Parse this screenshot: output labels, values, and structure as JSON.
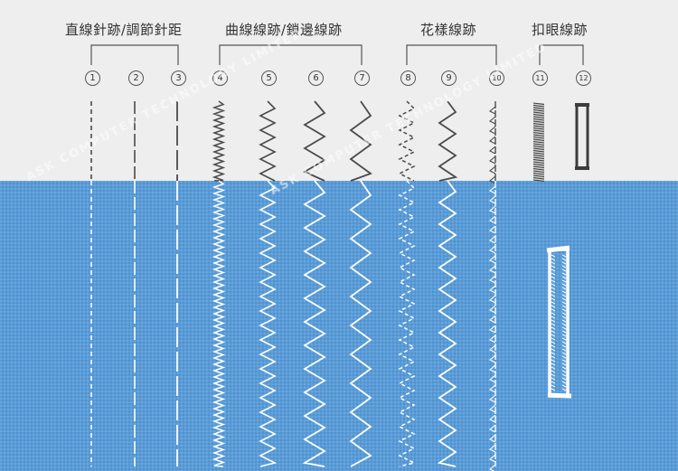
{
  "categories": [
    {
      "label": "直線針跡/調節針距"
    },
    {
      "label": "曲線線跡/鎖邊線跡"
    },
    {
      "label": "花樣線跡"
    },
    {
      "label": "扣眼線跡"
    }
  ],
  "stitches": [
    {
      "number": "1"
    },
    {
      "number": "2"
    },
    {
      "number": "3"
    },
    {
      "number": "4"
    },
    {
      "number": "5"
    },
    {
      "number": "6"
    },
    {
      "number": "7"
    },
    {
      "number": "8"
    },
    {
      "number": "9"
    },
    {
      "number": "10"
    },
    {
      "number": "11"
    },
    {
      "number": "12"
    }
  ],
  "watermark": "ASK COMPUTER TECHNOLOGY LIMITED",
  "colors": {
    "background": "#eeeeee",
    "fabric": "#5a9bd6",
    "thread_on_gray": "#4a4a4a",
    "thread_on_fabric": "#ffffff",
    "text": "#333333"
  }
}
